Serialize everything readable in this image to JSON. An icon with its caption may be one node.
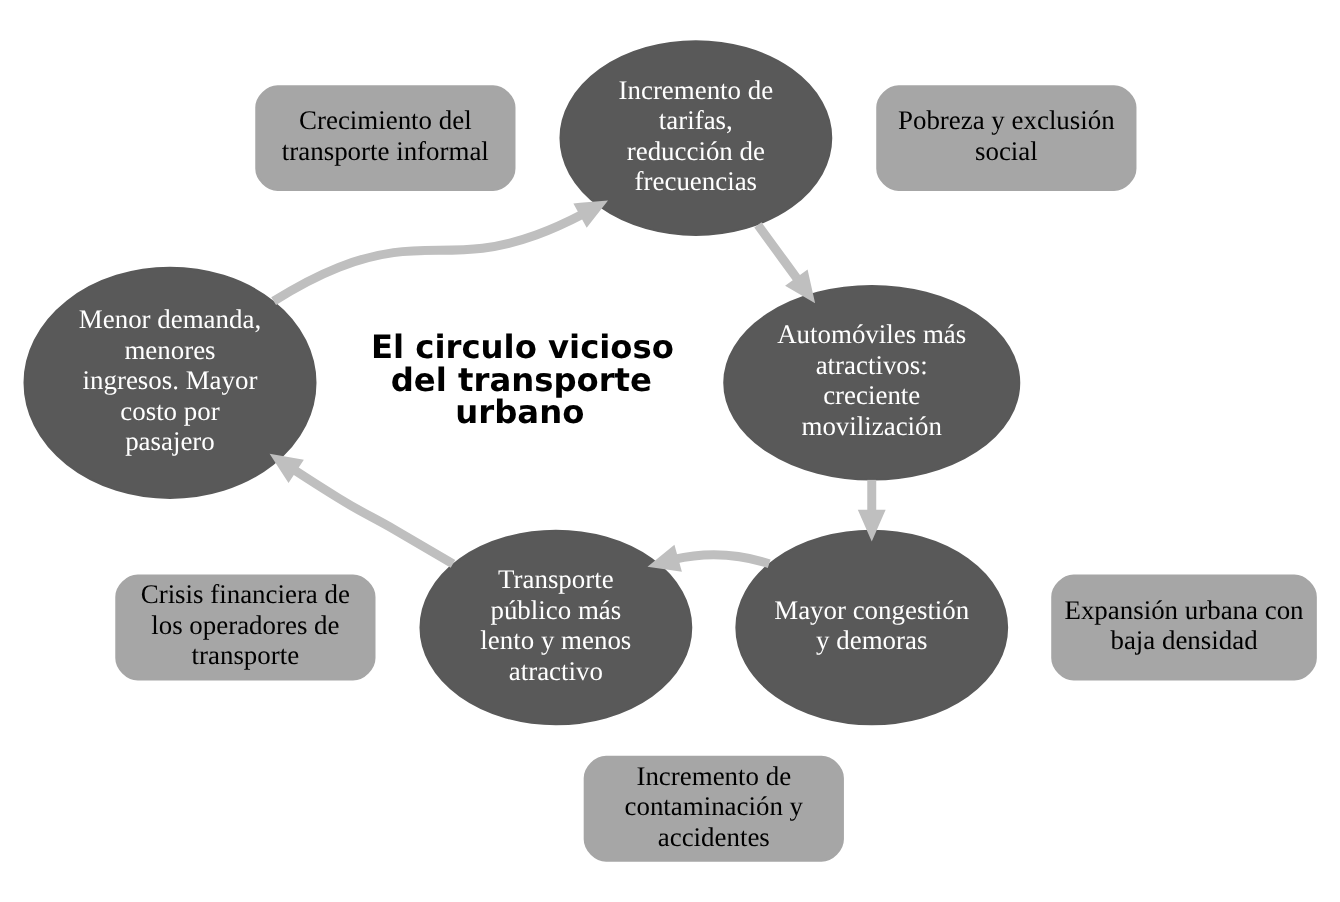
{
  "diagram": {
    "nodes": [
      {
        "text": [
          "Crecimiento del transporte informal"
        ]
      },
      {
        "text": [
          "Incremento de tarifas, reducción de frecuencias"
        ]
      },
      {
        "text": [
          "Pobreza y exclusión social"
        ]
      },
      {
        "text": [
          "Menor demanda, menores ingresos. Mayor costo por pasajero"
        ]
      },
      {
        "text": [
          "Automóviles más atractivos: creciente movilización"
        ]
      },
      {
        "text": [
          "Crisis financiera de los operadores de transporte"
        ]
      },
      {
        "text": [
          "Expansión urbana con baja densidad"
        ]
      },
      {
        "text": [
          "Transporte público más lento y menos atractivo"
        ]
      },
      {
        "text": [
          "Mayor congestión y demoras"
        ]
      },
      {
        "text": [
          "Incremento de contaminación y accidentes"
        ]
      }
    ],
    "edges": [
      {
        "from": 3,
        "to": 1,
        "arrow": "to"
      },
      {
        "from": 1,
        "to": 4,
        "arrow": "to"
      },
      {
        "from": 4,
        "to": 8,
        "arrow": "to"
      },
      {
        "from": 8,
        "to": 7,
        "arrow": "to"
      },
      {
        "from": 7,
        "to": 3,
        "arrow": "to"
      }
    ],
    "labels": [
      "El circulo vicioso del transporte urbano"
    ]
  }
}
